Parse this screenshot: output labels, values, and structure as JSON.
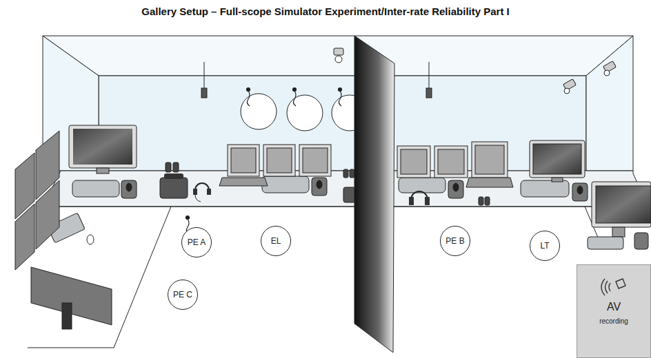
{
  "diagram": {
    "title": "Gallery Setup – Full-scope Simulator Experiment/Inter-rate Reliability Part I",
    "nodes": [
      {
        "text": [
          "PE A"
        ]
      },
      {
        "text": [
          "EL"
        ]
      },
      {
        "text": [
          "PE C"
        ]
      },
      {
        "text": [
          "PE B"
        ]
      },
      {
        "text": [
          "LT"
        ]
      },
      {
        "text": [
          "AV",
          "recording"
        ]
      }
    ]
  }
}
